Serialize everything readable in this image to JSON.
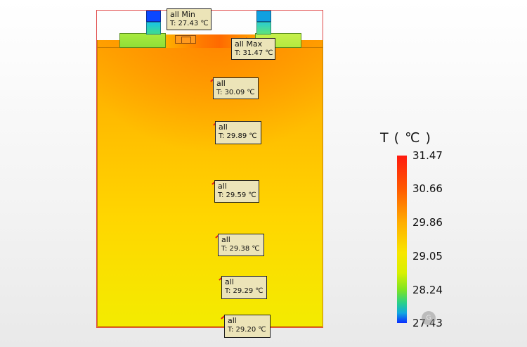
{
  "probes": [
    {
      "id": "min",
      "name": "all Min",
      "temp": "T: 27.43 ℃"
    },
    {
      "id": "max",
      "name": "all Max",
      "temp": "T: 31.47 ℃"
    },
    {
      "id": "p1",
      "name": "all",
      "temp": "T: 30.09 ℃"
    },
    {
      "id": "p2",
      "name": "all",
      "temp": "T: 29.89 ℃"
    },
    {
      "id": "p3",
      "name": "all",
      "temp": "T: 29.59 ℃"
    },
    {
      "id": "p4",
      "name": "all",
      "temp": "T: 29.38 ℃"
    },
    {
      "id": "p5",
      "name": "all",
      "temp": "T: 29.29 ℃"
    },
    {
      "id": "p6",
      "name": "all",
      "temp": "T: 29.20 ℃"
    }
  ],
  "legend": {
    "title": "T ( ℃ )",
    "ticks": [
      "31.47",
      "30.66",
      "29.86",
      "29.05",
      "28.24",
      "27.43"
    ],
    "colors": {
      "max": "#ff1a10",
      "mid": "#f8e600",
      "min": "#0a2cff"
    }
  },
  "overlay_badge": "G"
}
